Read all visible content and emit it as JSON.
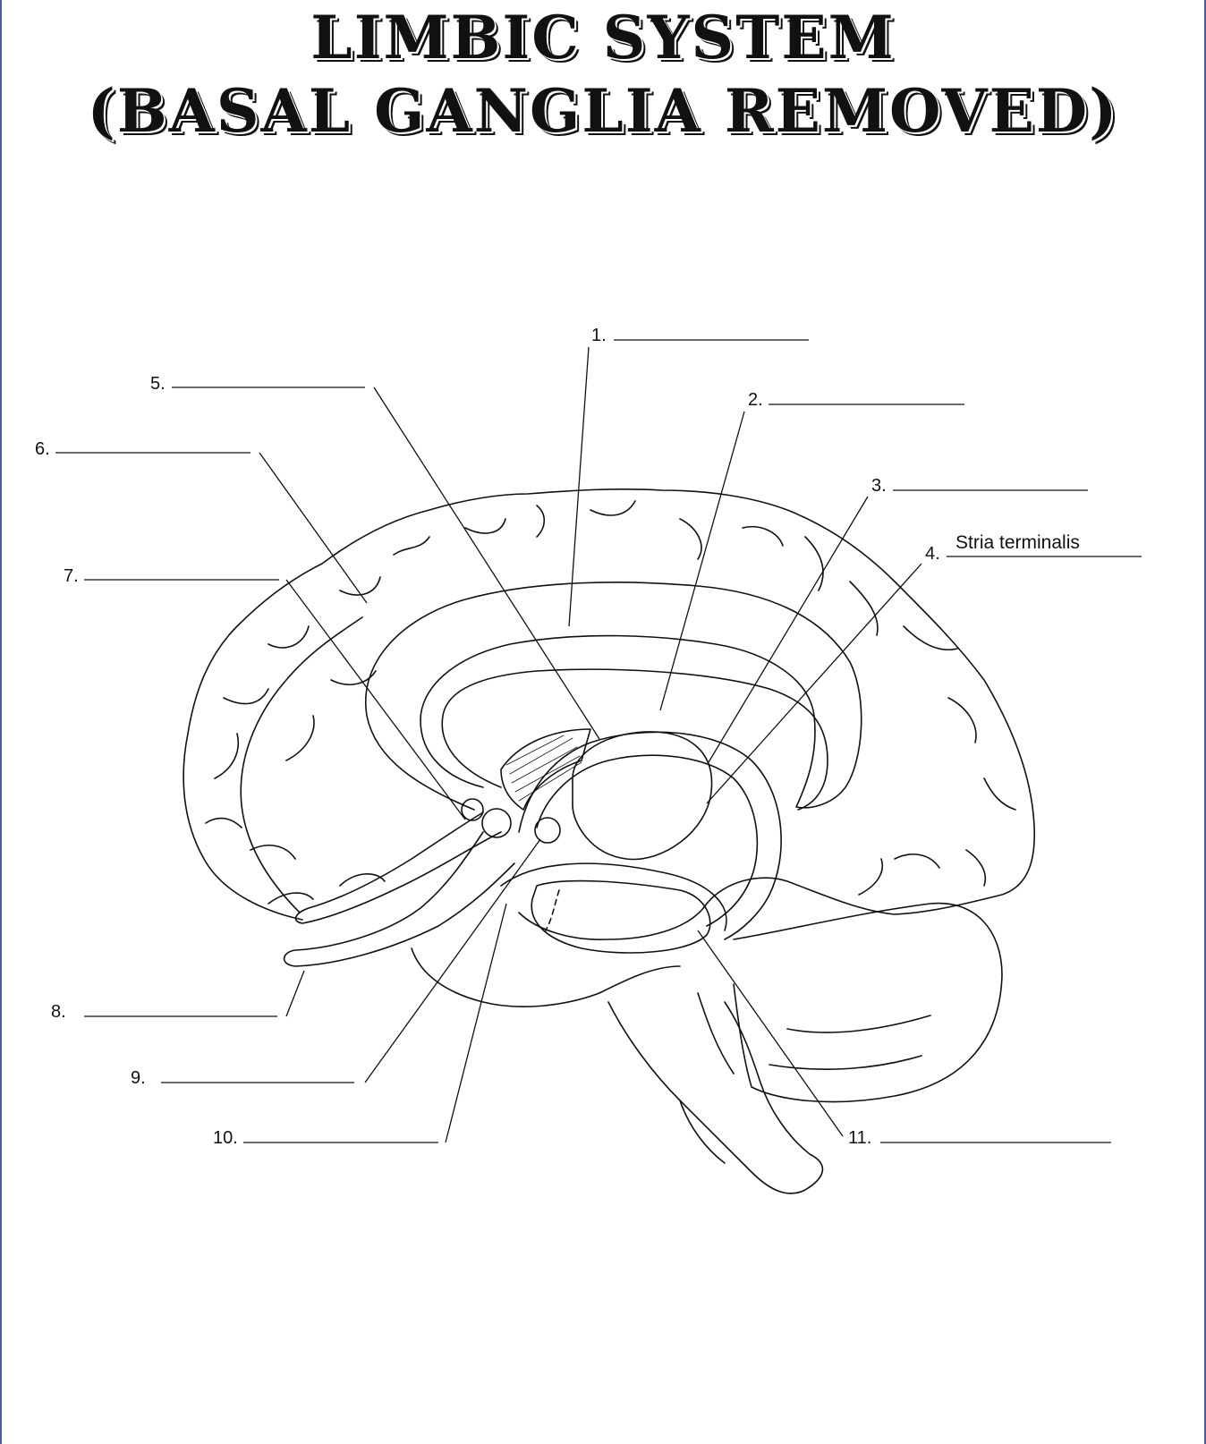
{
  "title": {
    "line1": "LIMBIC SYSTEM",
    "line2": "(BASAL GANGLIA REMOVED)"
  },
  "labels": [
    {
      "id": "1",
      "number": "1.",
      "answer": ""
    },
    {
      "id": "2",
      "number": "2.",
      "answer": ""
    },
    {
      "id": "3",
      "number": "3.",
      "answer": ""
    },
    {
      "id": "4",
      "number": "4.",
      "answer": "Stria terminalis"
    },
    {
      "id": "5",
      "number": "5.",
      "answer": ""
    },
    {
      "id": "6",
      "number": "6.",
      "answer": ""
    },
    {
      "id": "7",
      "number": "7.",
      "answer": ""
    },
    {
      "id": "8",
      "number": "8.",
      "answer": ""
    },
    {
      "id": "9",
      "number": "9.",
      "answer": ""
    },
    {
      "id": "10",
      "number": "10.",
      "answer": ""
    },
    {
      "id": "11",
      "number": "11.",
      "answer": ""
    }
  ],
  "colors": {
    "ink": "#111111",
    "border": "#4a5aa8",
    "background": "#ffffff"
  }
}
